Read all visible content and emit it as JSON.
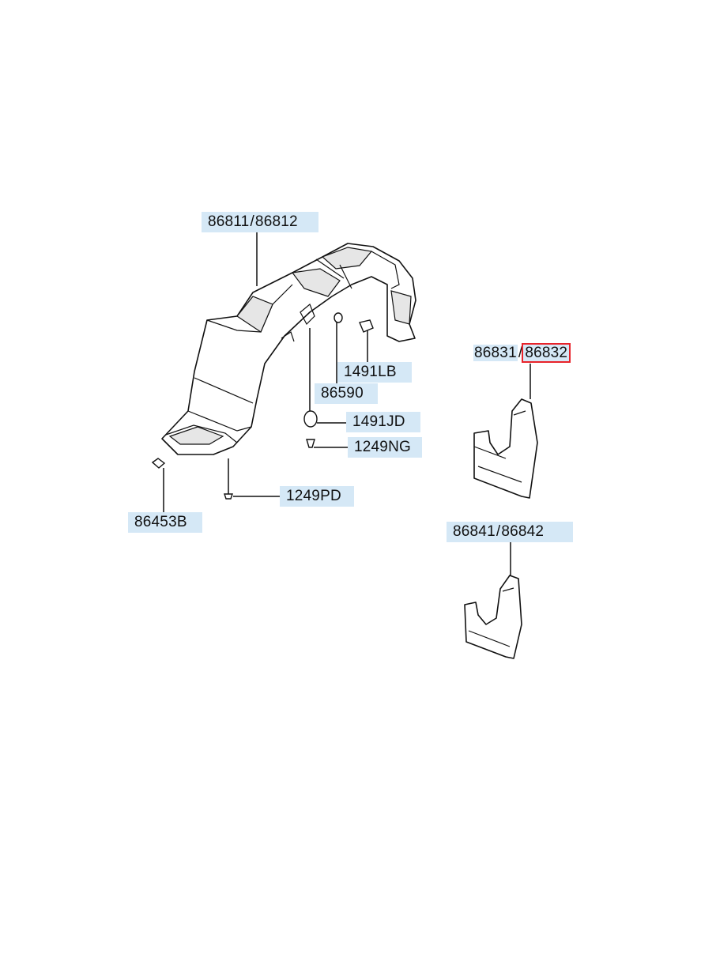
{
  "diagram": {
    "callouts": {
      "wheel_guard": {
        "a": "86811",
        "b": "86812"
      },
      "mud_guard_front": {
        "a": "86831",
        "b": "86832",
        "selected": "86832"
      },
      "mud_guard_rear": {
        "a": "86841",
        "b": "86842"
      },
      "p_1491LB": "1491LB",
      "p_86590": "86590",
      "p_1491JD": "1491JD",
      "p_1249NG": "1249NG",
      "p_1249PD": "1249PD",
      "p_86453B": "86453B"
    },
    "separator": "/",
    "highlight_color": "#e8232a",
    "label_bg_color": "#d5e8f6"
  }
}
